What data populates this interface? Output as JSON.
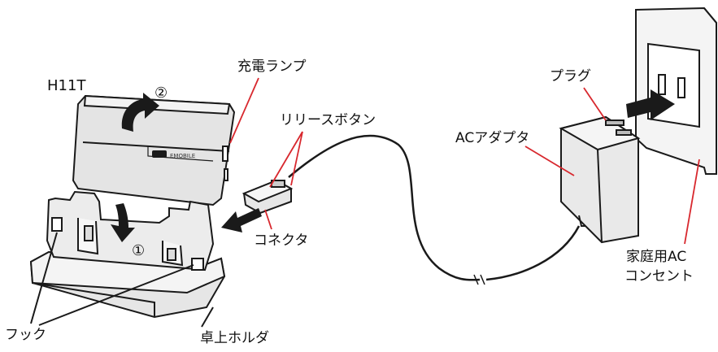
{
  "labels": {
    "phone_model": "H11T",
    "step2": "②",
    "charge_lamp": "充電ランプ",
    "release_button": "リリースボタン",
    "plug": "プラグ",
    "ac_adapter": "ACアダプタ",
    "connector": "コネクタ",
    "step1": "①",
    "hook": "フック",
    "desktop_holder": "卓上ホルダ",
    "outlet_line1": "家庭用AC",
    "outlet_line2": "コンセント",
    "brand_mark": "EMOBILE"
  },
  "colors": {
    "leader": "#d8282e",
    "line": "#1a1a1a",
    "fill_dark": "#e6e6e6",
    "fill_light": "#f7f7f7"
  }
}
